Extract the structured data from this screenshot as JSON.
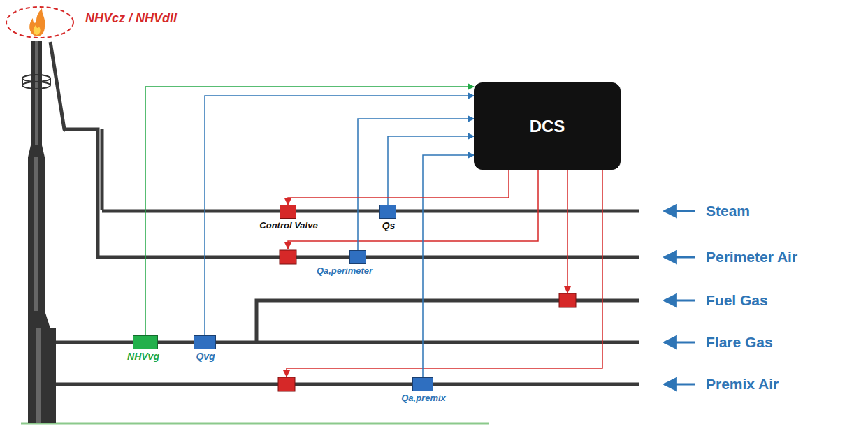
{
  "diagram": {
    "nodes": [
      {
        "text": [
          "DCS"
        ]
      },
      {
        "text": [
          "Control Valve"
        ]
      },
      {
        "text": [
          "Qs"
        ]
      },
      {
        "text": [
          "Qa,perimeter"
        ]
      },
      {
        "text": [
          "NHVvg"
        ]
      },
      {
        "text": [
          "Qvg"
        ]
      },
      {
        "text": [
          "Qa,premix"
        ]
      }
    ],
    "edges": [
      {
        "from": 4,
        "to": 0,
        "arrow": "to"
      },
      {
        "from": 5,
        "to": 0,
        "arrow": "to"
      },
      {
        "from": 3,
        "to": 0,
        "arrow": "to"
      },
      {
        "from": 2,
        "to": 0,
        "arrow": "to"
      },
      {
        "from": 6,
        "to": 0,
        "arrow": "to"
      },
      {
        "from": 0,
        "to": 1,
        "arrow": "to"
      }
    ],
    "labels": [
      "NHVcz / NHVdil",
      "Steam",
      "Perimeter Air",
      "Fuel Gas",
      "Flare Gas",
      "Premix Air"
    ]
  }
}
